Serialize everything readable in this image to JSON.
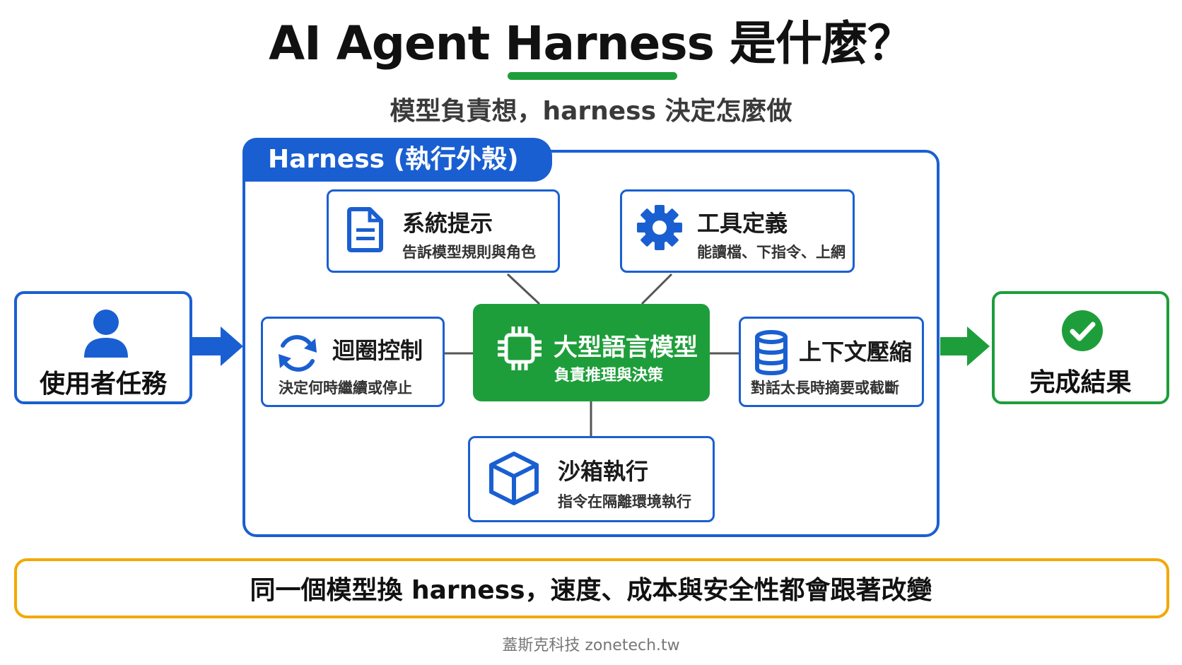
{
  "title": "AI Agent Harness 是什麼？",
  "subtitle": "模型負責想，harness 決定怎麼做",
  "harness_label": "Harness (執行外殼)",
  "input": {
    "label": "使用者任務",
    "icon": "user-icon"
  },
  "output": {
    "label": "完成結果",
    "icon": "check-circle-icon"
  },
  "center": {
    "title": "大型語言模型",
    "desc": "負責推理與決策",
    "icon": "chip-icon"
  },
  "modules": [
    {
      "title": "系統提示",
      "desc": "告訴模型規則與角色",
      "icon": "document-icon"
    },
    {
      "title": "工具定義",
      "desc": "能讀檔、下指令、上網",
      "icon": "gear-icon"
    },
    {
      "title": "迴圈控制",
      "desc": "決定何時繼續或停止",
      "icon": "refresh-icon"
    },
    {
      "title": "上下文壓縮",
      "desc": "對話太長時摘要或截斷",
      "icon": "database-icon"
    },
    {
      "title": "沙箱執行",
      "desc": "指令在隔離環境執行",
      "icon": "cube-icon"
    }
  ],
  "takeaway": "同一個模型換 harness，速度、成本與安全性都會跟著改變",
  "footer": "蓋斯克科技 zonetech.tw",
  "colors": {
    "blue": "#1a5fd1",
    "green": "#1e9e3a",
    "amber": "#f2a900"
  }
}
